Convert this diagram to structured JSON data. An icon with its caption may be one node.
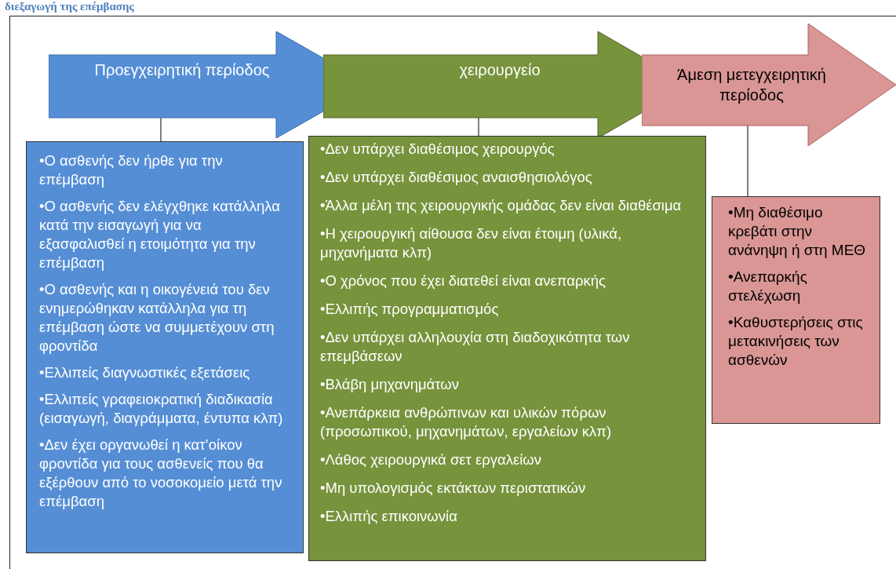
{
  "diagram": {
    "title": "διεξαγωγή της επέμβασης",
    "nodes": [
      {
        "text": [
          "Προεγχειρητική περίοδος"
        ]
      },
      {
        "text": [
          "χειρουργείο"
        ]
      },
      {
        "text": [
          "Άμεση μετεγχειρητική περίοδος"
        ]
      },
      {
        "text": [
          "•Ο ασθενής δεν ήρθε για την επέμβαση",
          "•Ο ασθενής δεν ελέγχθηκε κατάλληλα κατά την εισαγωγή για να εξασφαλισθεί η ετοιμότητα για την επέμβαση",
          "•Ο ασθενής και η οικογένειά του δεν ενημερώθηκαν κατάλληλα για τη επέμβαση ώστε να συμμετέχουν στη φροντίδα",
          "•Ελλιπείς διαγνωστικές εξετάσεις",
          "•Ελλιπείς γραφειοκρατική διαδικασία (εισαγωγή, διαγράμματα, έντυπα κλπ)",
          "•Δεν έχει οργανωθεί η κατ’οίκον φροντίδα για τους ασθενείς που θα εξέρθουν από το νοσοκομείο μετά την επέμβαση"
        ]
      },
      {
        "text": [
          "•Δεν υπάρχει διαθέσιμος χειρουργός",
          "•Δεν υπάρχει διαθέσιμος αναισθησιολόγος",
          "•Άλλα μέλη της χειρουργικής ομάδας δεν είναι διαθέσιμα",
          "•Η χειρουργική αίθουσα δεν είναι έτοιμη (υλικά, μηχανήματα κλπ)",
          "•Ο χρόνος που έχει διατεθεί είναι ανεπαρκής",
          "•Ελλιπής προγραμματισμός",
          "•Δεν υπάρχει αλληλουχία στη διαδοχικότητα των επεμβάσεων",
          "•Βλάβη μηχανημάτων",
          "•Ανεπάρκεια ανθρώπινων και υλικών πόρων (προσωπικού, μηχανημάτων, εργαλείων κλπ)",
          "•Λάθος χειρουργικά σετ εργαλείων",
          "•Μη υπολογισμός εκτάκτων περιστατικών",
          "•Ελλιπής επικοινωνία"
        ]
      },
      {
        "text": [
          "•Μη διαθέσιμο κρεβάτι στην ανάνηψη ή στη ΜΕΘ",
          "•Ανεπαρκής στελέχωση",
          "•Καθυστερήσεις στις μετακινήσεις των ασθενών"
        ]
      }
    ],
    "edges": [
      {
        "from": 0,
        "to": 3,
        "arrow": "none"
      },
      {
        "from": 1,
        "to": 4,
        "arrow": "none"
      },
      {
        "from": 2,
        "to": 5,
        "arrow": "none"
      }
    ]
  }
}
